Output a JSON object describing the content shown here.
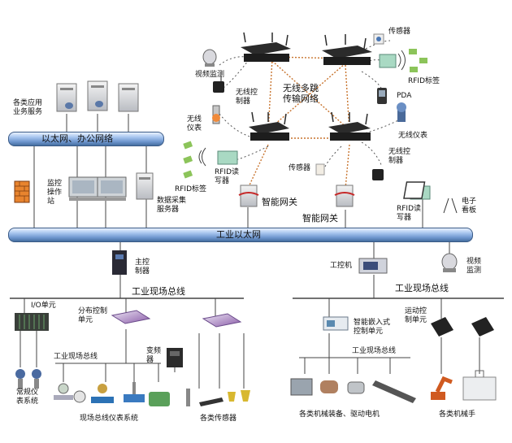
{
  "buses": {
    "ethernet_office": "以太网、办公网络",
    "industrial_ethernet": "工业以太网",
    "field_bus_left": "工业现场总线",
    "field_bus_right": "工业现场总线",
    "field_bus_sub_left": "工业现场总线",
    "field_bus_sub_right": "工业现场总线"
  },
  "wireless_core": "无线多跳\n传输网络",
  "labels": {
    "app_servers": "各类应用\n业务服务",
    "monitor_station": "监控\n操作\n站",
    "data_server": "数据采集\n服务器",
    "video_monitor_top": "视频监测",
    "wireless_controller_top": "无线控\n制器",
    "wireless_meter_left": "无线\n仪表",
    "rfid_tag_left": "RFID标签",
    "rfid_reader_left": "RFID读\n写器",
    "sensor_top": "传感器",
    "rfid_tag_right": "RFID标签",
    "pda": "PDA",
    "wireless_meter_right": "无线仪表",
    "sensor_mid": "传感器",
    "wireless_controller_right": "无线控\n制器",
    "smart_gateway_1": "智能网关",
    "smart_gateway_2": "智能网关",
    "rfid_reader_right": "RFID读\n写器",
    "e_whiteboard": "电子\n看板",
    "main_controller": "主控\n制器",
    "industrial_pc": "工控机",
    "video_monitor_right": "视频\n监测",
    "io_unit": "I/O单元",
    "distributed_ctrl": "分布控制\n单元",
    "inverter": "变频\n器",
    "conventional_meters": "常规仪\n表系统",
    "fieldbus_meters": "现场总线仪表系统",
    "sensors_all": "各类传感器",
    "embedded_ctrl": "智能嵌入式\n控制单元",
    "motion_ctrl": "运动控\n制单元",
    "machinery_motors": "各类机械装备、驱动电机",
    "robot_arms": "各类机械手"
  },
  "colors": {
    "pipe_dark": "#456e9f",
    "pipe_light": "#a8c6ef",
    "link_dotted": "#c8742e",
    "device_gray": "#b9bcc2",
    "router_dark": "#2b2b2b"
  },
  "icons": [
    "server-icon",
    "monitor-workstation-icon",
    "firewall-icon",
    "router-icon",
    "camera-icon",
    "rfid-tag-icon",
    "rfid-reader-icon",
    "sensor-icon",
    "pda-icon",
    "gateway-icon",
    "whiteboard-icon",
    "controller-icon",
    "industrial-pc-icon",
    "io-unit-icon",
    "valve-icon",
    "motor-icon",
    "robot-arm-icon"
  ]
}
